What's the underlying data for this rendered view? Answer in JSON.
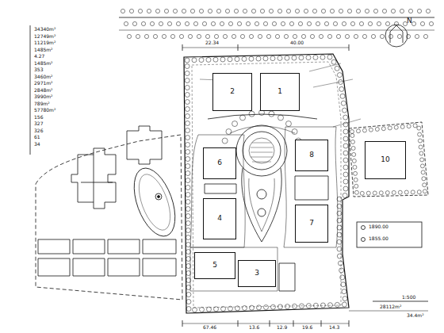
{
  "diagram": {
    "nodes": [
      {
        "text": [
          "2"
        ]
      },
      {
        "text": [
          "1"
        ]
      },
      {
        "text": [
          "6"
        ]
      },
      {
        "text": [
          "4"
        ]
      },
      {
        "text": [
          "8"
        ]
      },
      {
        "text": [
          "7"
        ]
      },
      {
        "text": [
          "5"
        ]
      },
      {
        "text": [
          "3"
        ]
      },
      {
        "text": [
          "10"
        ]
      }
    ],
    "edges": [],
    "labels": [
      "34340m²",
      "12749m²",
      "11219m²",
      "1485m²",
      "4.27",
      "1485m²",
      "353",
      "3460m²",
      "2971m²",
      "2848m²",
      "3990m²",
      "789m²",
      "57780m²",
      "156",
      "327",
      "326",
      "61",
      "34",
      "22.34",
      "40.00",
      "67.46",
      "13.6",
      "12.9",
      "19.6",
      "14.3",
      "1890.00",
      "1855.00",
      "1:500",
      "28112m²",
      "34.4m²",
      "N"
    ]
  }
}
